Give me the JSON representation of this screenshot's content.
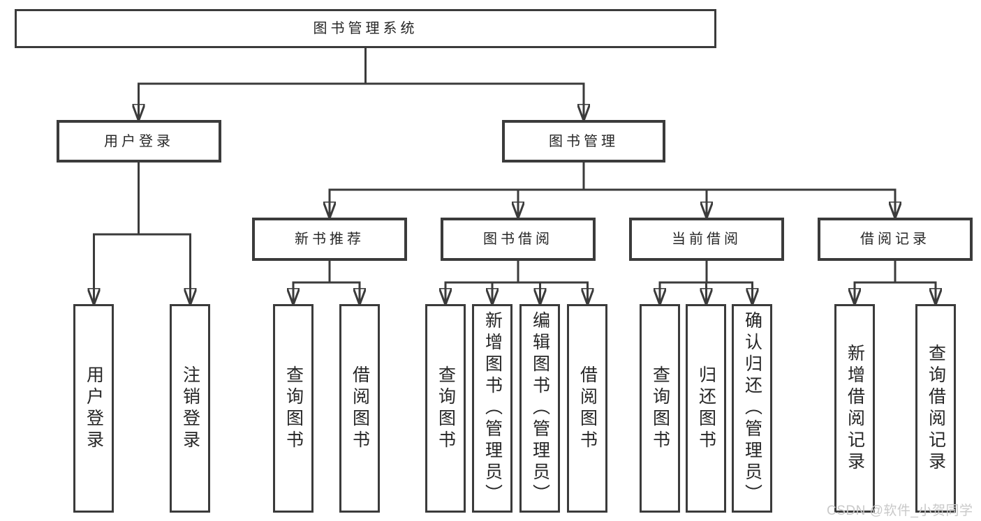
{
  "tree": {
    "root": {
      "label": "图书管理系统"
    },
    "level2": [
      {
        "label": "用户登录"
      },
      {
        "label": "图书管理"
      }
    ],
    "level3": [
      {
        "label": "新书推荐",
        "parent": "图书管理"
      },
      {
        "label": "图书借阅",
        "parent": "图书管理"
      },
      {
        "label": "当前借阅",
        "parent": "图书管理"
      },
      {
        "label": "借阅记录",
        "parent": "图书管理"
      }
    ],
    "leaves": [
      {
        "label": "用户登录",
        "parent": "用户登录"
      },
      {
        "label": "注销登录",
        "parent": "用户登录"
      },
      {
        "label": "查询图书",
        "parent": "新书推荐"
      },
      {
        "label": "借阅图书",
        "parent": "新书推荐"
      },
      {
        "label": "查询图书",
        "parent": "图书借阅"
      },
      {
        "label": "新增图书（管理员）",
        "parent": "图书借阅"
      },
      {
        "label": "编辑图书（管理员）",
        "parent": "图书借阅"
      },
      {
        "label": "借阅图书",
        "parent": "图书借阅"
      },
      {
        "label": "查询图书",
        "parent": "当前借阅"
      },
      {
        "label": "归还图书",
        "parent": "当前借阅"
      },
      {
        "label": "确认归还（管理员）",
        "parent": "当前借阅"
      },
      {
        "label": "新增借阅记录",
        "parent": "借阅记录"
      },
      {
        "label": "查询借阅记录",
        "parent": "借阅记录"
      }
    ]
  },
  "watermark": {
    "text": "CSDN @软件_小贺同学"
  },
  "colors": {
    "line": "#3b3b3b",
    "text": "#262626",
    "watermark": "#c9c9c9",
    "background": "#ffffff"
  }
}
